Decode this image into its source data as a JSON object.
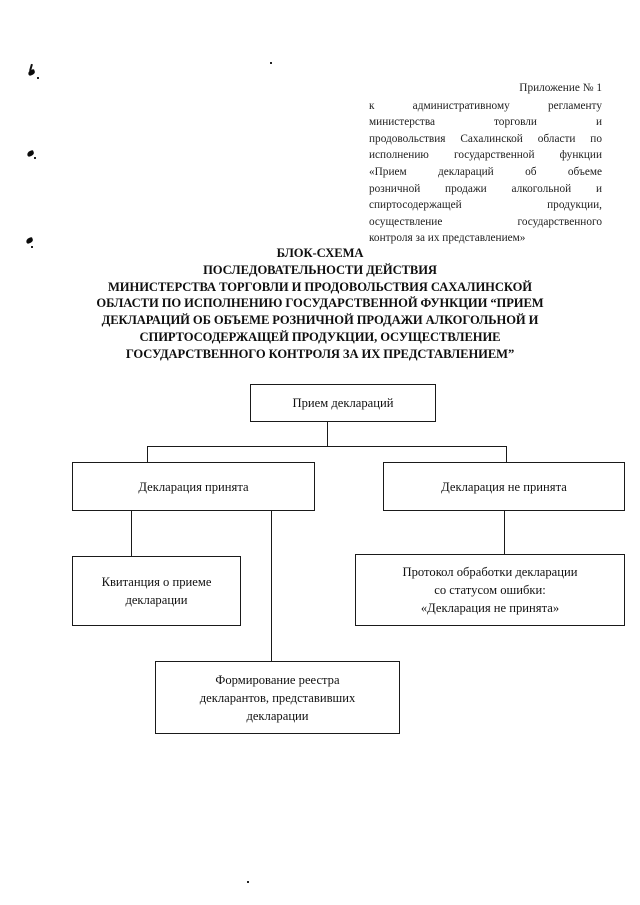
{
  "document": {
    "header": {
      "lines": [
        "Приложение № 1",
        "к административному регламенту",
        "министерства торговли и",
        "продовольствия Сахалинской области по",
        "исполнению государственной функции",
        "«Прием деклараций об объеме",
        "розничной продажи алкогольной и",
        "спиртосодержащей продукции,",
        "осуществление государственного",
        "контроля за их представлением»"
      ]
    },
    "title": {
      "lines": [
        "БЛОК-СХЕМА",
        "ПОСЛЕДОВАТЕЛЬНОСТИ ДЕЙСТВИЯ",
        "МИНИСТЕРСТВА ТОРГОВЛИ И ПРОДОВОЛЬСТВИЯ САХАЛИНСКОЙ",
        "ОБЛАСТИ ПО ИСПОЛНЕНИЮ ГОСУДАРСТВЕННОЙ ФУНКЦИИ “ПРИЕМ",
        "ДЕКЛАРАЦИЙ ОБ ОБЪЕМЕ РОЗНИЧНОЙ ПРОДАЖИ АЛКОГОЛЬНОЙ И",
        "СПИРТОСОДЕРЖАЩЕЙ ПРОДУКЦИИ, ОСУЩЕСТВЛЕНИЕ",
        "ГОСУДАРСТВЕННОГО КОНТРОЛЯ ЗА ИХ ПРЕДСТАВЛЕНИЕМ”"
      ]
    },
    "flowchart": {
      "nodes": {
        "intake": {
          "lines": [
            "Прием деклараций"
          ]
        },
        "accepted": {
          "lines": [
            "Декларация принята"
          ]
        },
        "rejected": {
          "lines": [
            "Декларация не принята"
          ]
        },
        "receipt": {
          "lines": [
            "Квитанция о приеме",
            "декларации"
          ]
        },
        "error_protocol": {
          "lines": [
            "Протокол обработки декларации",
            "со статусом ошибки:",
            "«Декларация не принята»"
          ]
        },
        "registry": {
          "lines": [
            "Формирование реестра",
            "декларантов, представивших",
            "декларации"
          ]
        }
      }
    },
    "colors": {
      "ink": "#111111",
      "line": "#1a1a1a",
      "paper": "#ffffff"
    }
  }
}
